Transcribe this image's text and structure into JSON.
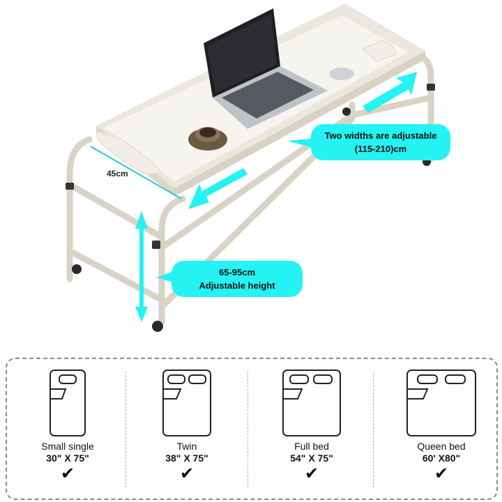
{
  "callouts": {
    "width": {
      "line1": "Two widths are adjustable",
      "line2": "(115-210)cm"
    },
    "height": {
      "line1": "65-95cm",
      "line2": "Adjustable height"
    },
    "depth": "45cm"
  },
  "beds": [
    {
      "name": "Small single",
      "size": "30\" X 75\"",
      "check": "✔"
    },
    {
      "name": "Twin",
      "size": "38\" X 75\"",
      "check": "✔"
    },
    {
      "name": "Full bed",
      "size": "54\" X 75\"",
      "check": "✔"
    },
    {
      "name": "Queen bed",
      "size": "60' X80\"",
      "check": "✔"
    }
  ],
  "colors": {
    "accent": "#25f2f2",
    "table": "#f4f1ea",
    "frame": "#ece7dc"
  }
}
